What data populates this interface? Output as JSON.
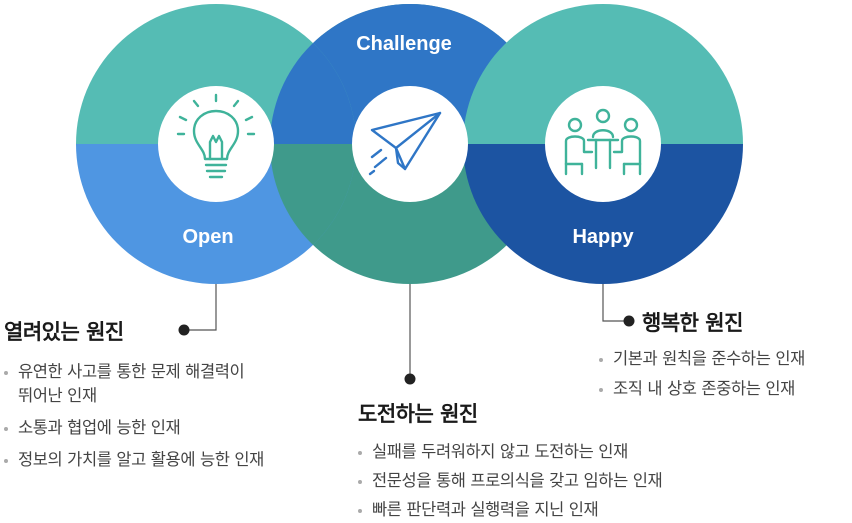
{
  "colors": {
    "teal": "#55bcb4",
    "blue_light": "#4f96e2",
    "blue_mid": "#2f76c6",
    "teal_dark": "#3f9a8b",
    "navy": "#1c54a2",
    "icon_green": "#3fb39a",
    "icon_blue": "#2f76c6"
  },
  "circles": {
    "open": {
      "label": "Open",
      "icon": "lightbulb-icon"
    },
    "challenge": {
      "label": "Challenge",
      "icon": "paper-plane-icon"
    },
    "happy": {
      "label": "Happy",
      "icon": "team-meeting-icon"
    }
  },
  "sections": {
    "open": {
      "title": "열려있는 원진",
      "items": [
        "유연한 사고를 통한 문제 해결력이",
        "뛰어난 인재",
        "소통과 협업에 능한 인재",
        "정보의 가치를 알고 활용에 능한 인재"
      ]
    },
    "challenge": {
      "title": "도전하는 원진",
      "items": [
        "실패를 두려워하지 않고 도전하는 인재",
        "전문성을 통해 프로의식을 갖고 임하는 인재",
        "빠른 판단력과 실행력을 지닌 인재"
      ]
    },
    "happy": {
      "title": "행복한 원진",
      "items": [
        "기본과 원칙을 준수하는 인재",
        "조직 내 상호 존중하는 인재"
      ]
    }
  }
}
